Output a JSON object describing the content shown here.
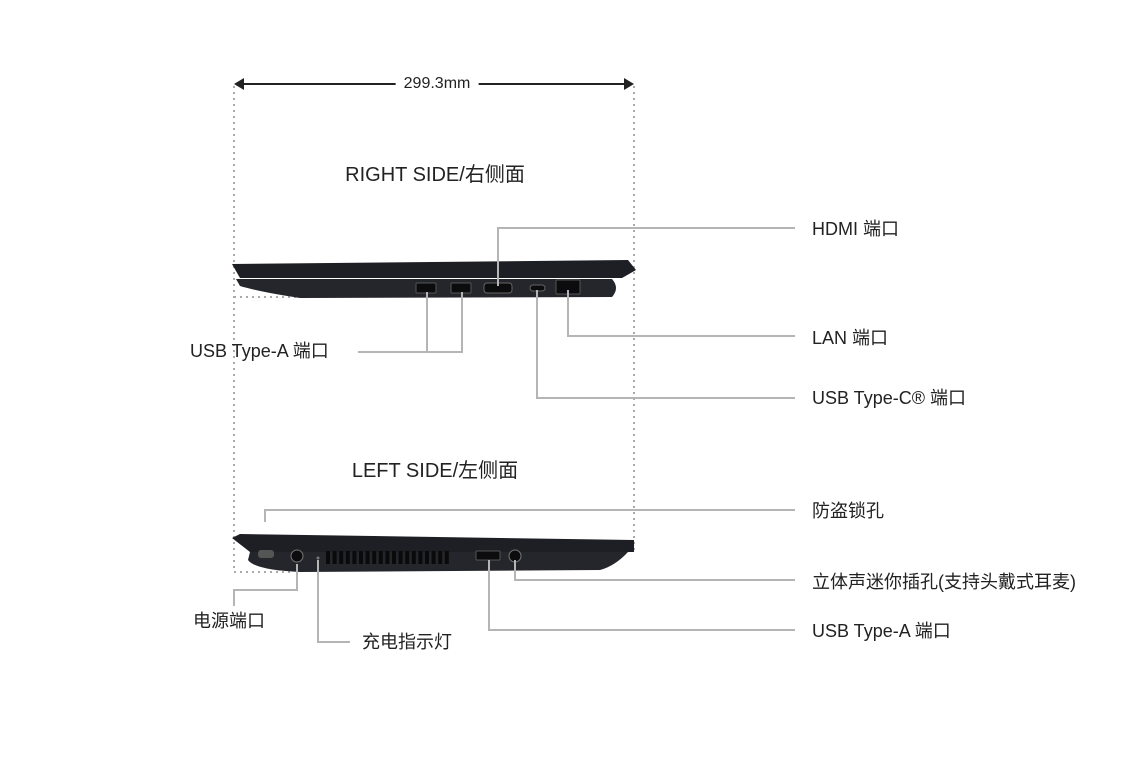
{
  "dimension": {
    "width_label": "299.3mm"
  },
  "right_side": {
    "title": "RIGHT SIDE/右侧面",
    "labels": {
      "hdmi": "HDMI 端口",
      "usb_a": "USB Type-A 端口",
      "lan": "LAN 端口",
      "usb_c": "USB Type-C® 端口"
    }
  },
  "left_side": {
    "title": "LEFT SIDE/左侧面",
    "labels": {
      "lock": "防盗锁孔",
      "audio": "立体声迷你插孔(支持头戴式耳麦)",
      "usb_a": "USB Type-A 端口",
      "power": "电源端口",
      "led": "充电指示灯"
    }
  },
  "colors": {
    "laptop": "#1e1f24",
    "leader_line": "#b5b5b5",
    "text": "#222222"
  }
}
